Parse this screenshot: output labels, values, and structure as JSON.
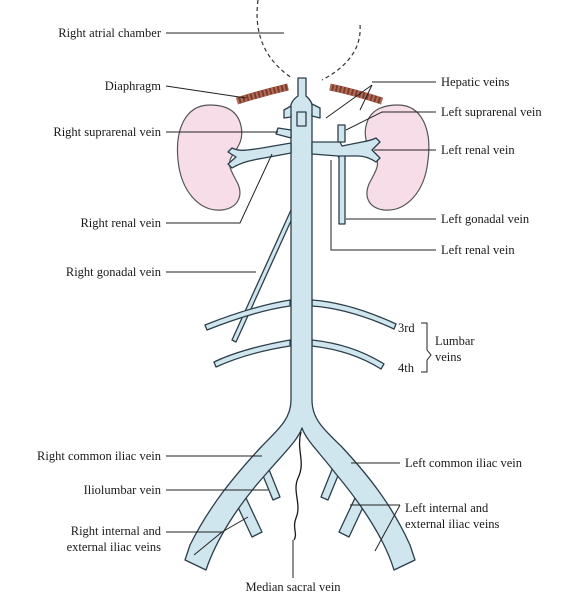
{
  "labels": {
    "right_atrial_chamber": "Right atrial chamber",
    "diaphragm": "Diaphragm",
    "right_suprarenal_vein": "Right suprarenal vein",
    "right_renal_vein": "Right renal vein",
    "right_gonadal_vein": "Right gonadal vein",
    "right_common_iliac_vein": "Right common iliac vein",
    "iliolumbar_vein": "Iliolumbar vein",
    "right_internal_external_1": "Right internal and",
    "right_internal_external_2": "external iliac veins",
    "median_sacral_vein": "Median sacral vein",
    "hepatic_veins": "Hepatic veins",
    "left_suprarenal_vein": "Left suprarenal vein",
    "left_renal_vein_upper": "Left renal vein",
    "left_gonadal_vein": "Left gonadal vein",
    "left_renal_vein_lower": "Left renal vein",
    "lumbar_3rd": "3rd",
    "lumbar_4th": "4th",
    "lumbar_veins_1": "Lumbar",
    "lumbar_veins_2": "veins",
    "left_common_iliac_vein": "Left common iliac vein",
    "left_internal_external_1": "Left internal and",
    "left_internal_external_2": "external iliac veins"
  },
  "colors": {
    "vein_fill": "#cfe6ee",
    "vein_outline": "#2c3e4a",
    "kidney_fill": "#f6dde8",
    "kidney_outline": "#555555",
    "diaphragm": "#8a4a3a",
    "leader_line": "#222222"
  }
}
